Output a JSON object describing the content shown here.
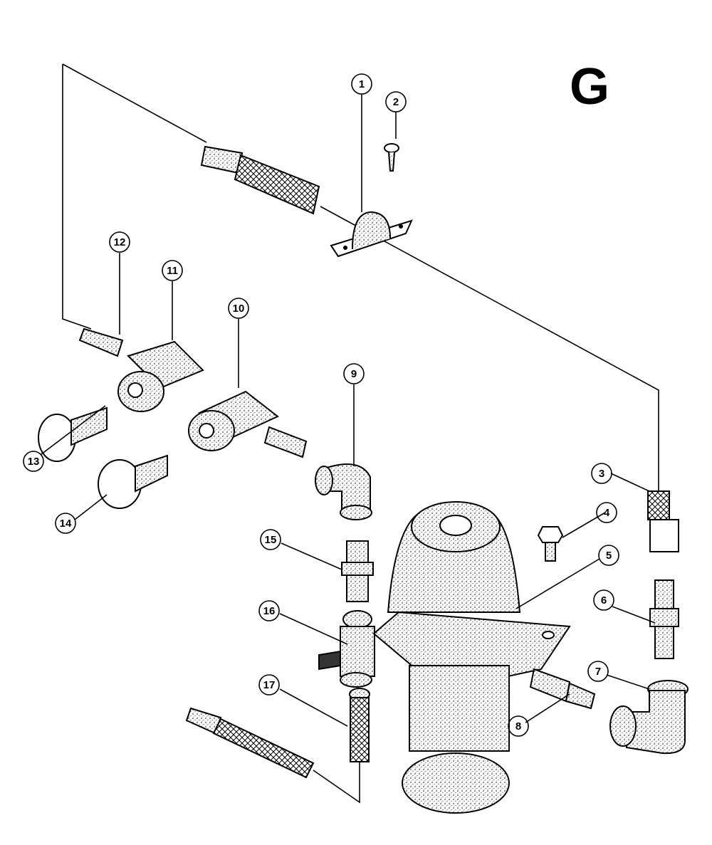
{
  "section_letter": "G",
  "callouts": [
    "1",
    "2",
    "3",
    "4",
    "5",
    "6",
    "7",
    "8",
    "9",
    "10",
    "11",
    "12",
    "13",
    "14",
    "15",
    "16",
    "17"
  ],
  "colors": {
    "ink": "#000000",
    "paper": "#ffffff",
    "stipple": "#b8b8b8"
  }
}
